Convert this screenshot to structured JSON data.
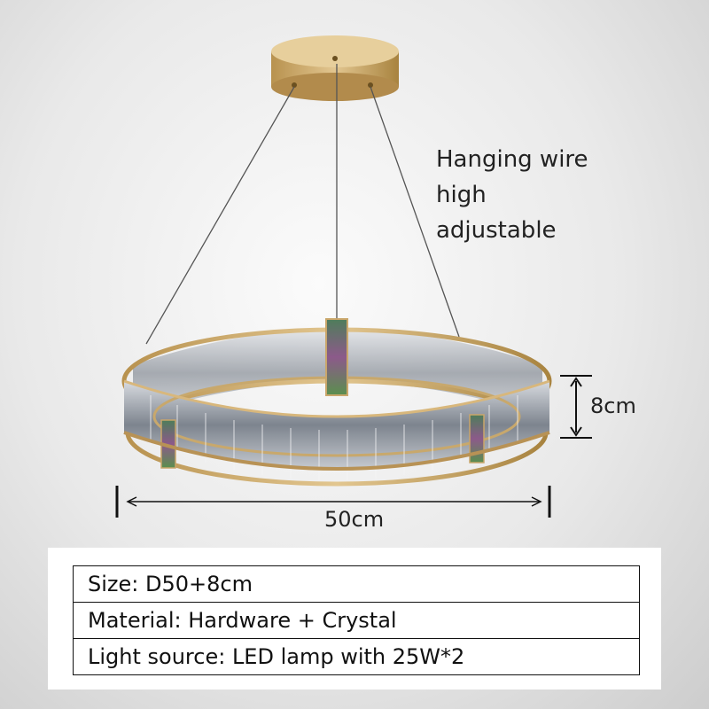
{
  "annotations": {
    "wire_lines": [
      "Hanging wire",
      "high",
      "adjustable"
    ],
    "height_dim": "8cm",
    "width_dim": "50cm"
  },
  "specs": [
    "Size: D50+8cm",
    "Material: Hardware + Crystal",
    "Light source: LED lamp with 25W*2"
  ],
  "colors": {
    "gold": "#c9a66b",
    "crystal": "#9aa0a8",
    "accent_panel": "#6a9a6a"
  }
}
